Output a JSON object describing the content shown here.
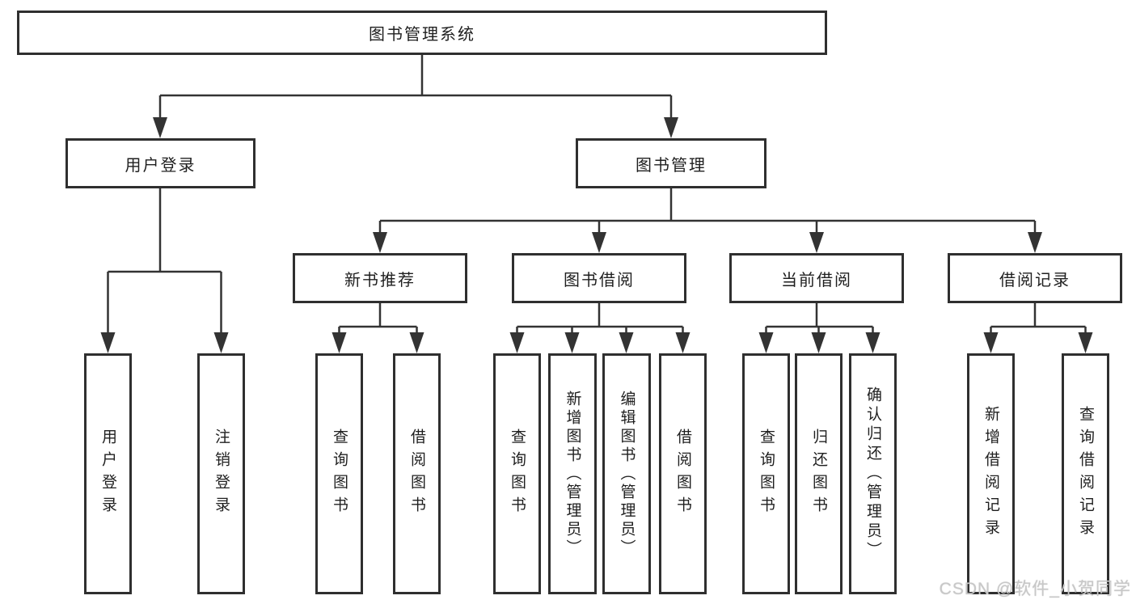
{
  "diagram": {
    "root": {
      "label": "图书管理系统"
    },
    "branches": [
      {
        "label": "用户登录",
        "children": [
          {
            "label": "用户登录"
          },
          {
            "label": "注销登录"
          }
        ]
      },
      {
        "label": "图书管理",
        "groups": [
          {
            "label": "新书推荐",
            "children": [
              {
                "label": "查询图书"
              },
              {
                "label": "借阅图书"
              }
            ]
          },
          {
            "label": "图书借阅",
            "children": [
              {
                "label": "查询图书"
              },
              {
                "label": "新增图书（管理员）"
              },
              {
                "label": "编辑图书（管理员）"
              },
              {
                "label": "借阅图书"
              }
            ]
          },
          {
            "label": "当前借阅",
            "children": [
              {
                "label": "查询图书"
              },
              {
                "label": "归还图书"
              },
              {
                "label": "确认归还（管理员）"
              }
            ]
          },
          {
            "label": "借阅记录",
            "children": [
              {
                "label": "新增借阅记录"
              },
              {
                "label": "查询借阅记录"
              }
            ]
          }
        ]
      }
    ]
  },
  "watermark": {
    "text": "CSDN @软件_小贺同学"
  },
  "colors": {
    "line": "#333333",
    "box_border": "#2f2f2f",
    "text": "#1f1f1f",
    "background": "#ffffff",
    "watermark": "#c8c8c8"
  }
}
